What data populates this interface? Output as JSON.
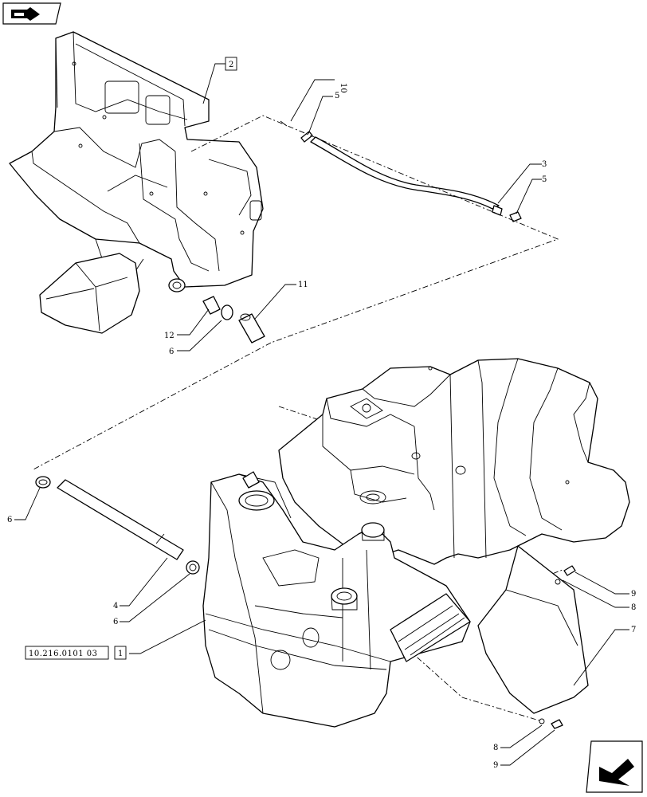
{
  "diagram": {
    "callouts": {
      "c1": "1",
      "c2": "2",
      "c3": "3",
      "c4": "4",
      "c5a": "5",
      "c5b": "5",
      "c6a": "6",
      "c6b": "6",
      "c6c": "6",
      "c7": "7",
      "c8a": "8",
      "c8b": "8",
      "c9a": "9",
      "c9b": "9",
      "c10": "10",
      "c11": "11",
      "c12": "12"
    },
    "reference": "10.216.0101 03"
  },
  "icons": {
    "top_left": "book-arrow-icon",
    "bottom_right": "next-page-arrow-icon"
  },
  "colors": {
    "line": "#000000",
    "background": "#ffffff"
  }
}
